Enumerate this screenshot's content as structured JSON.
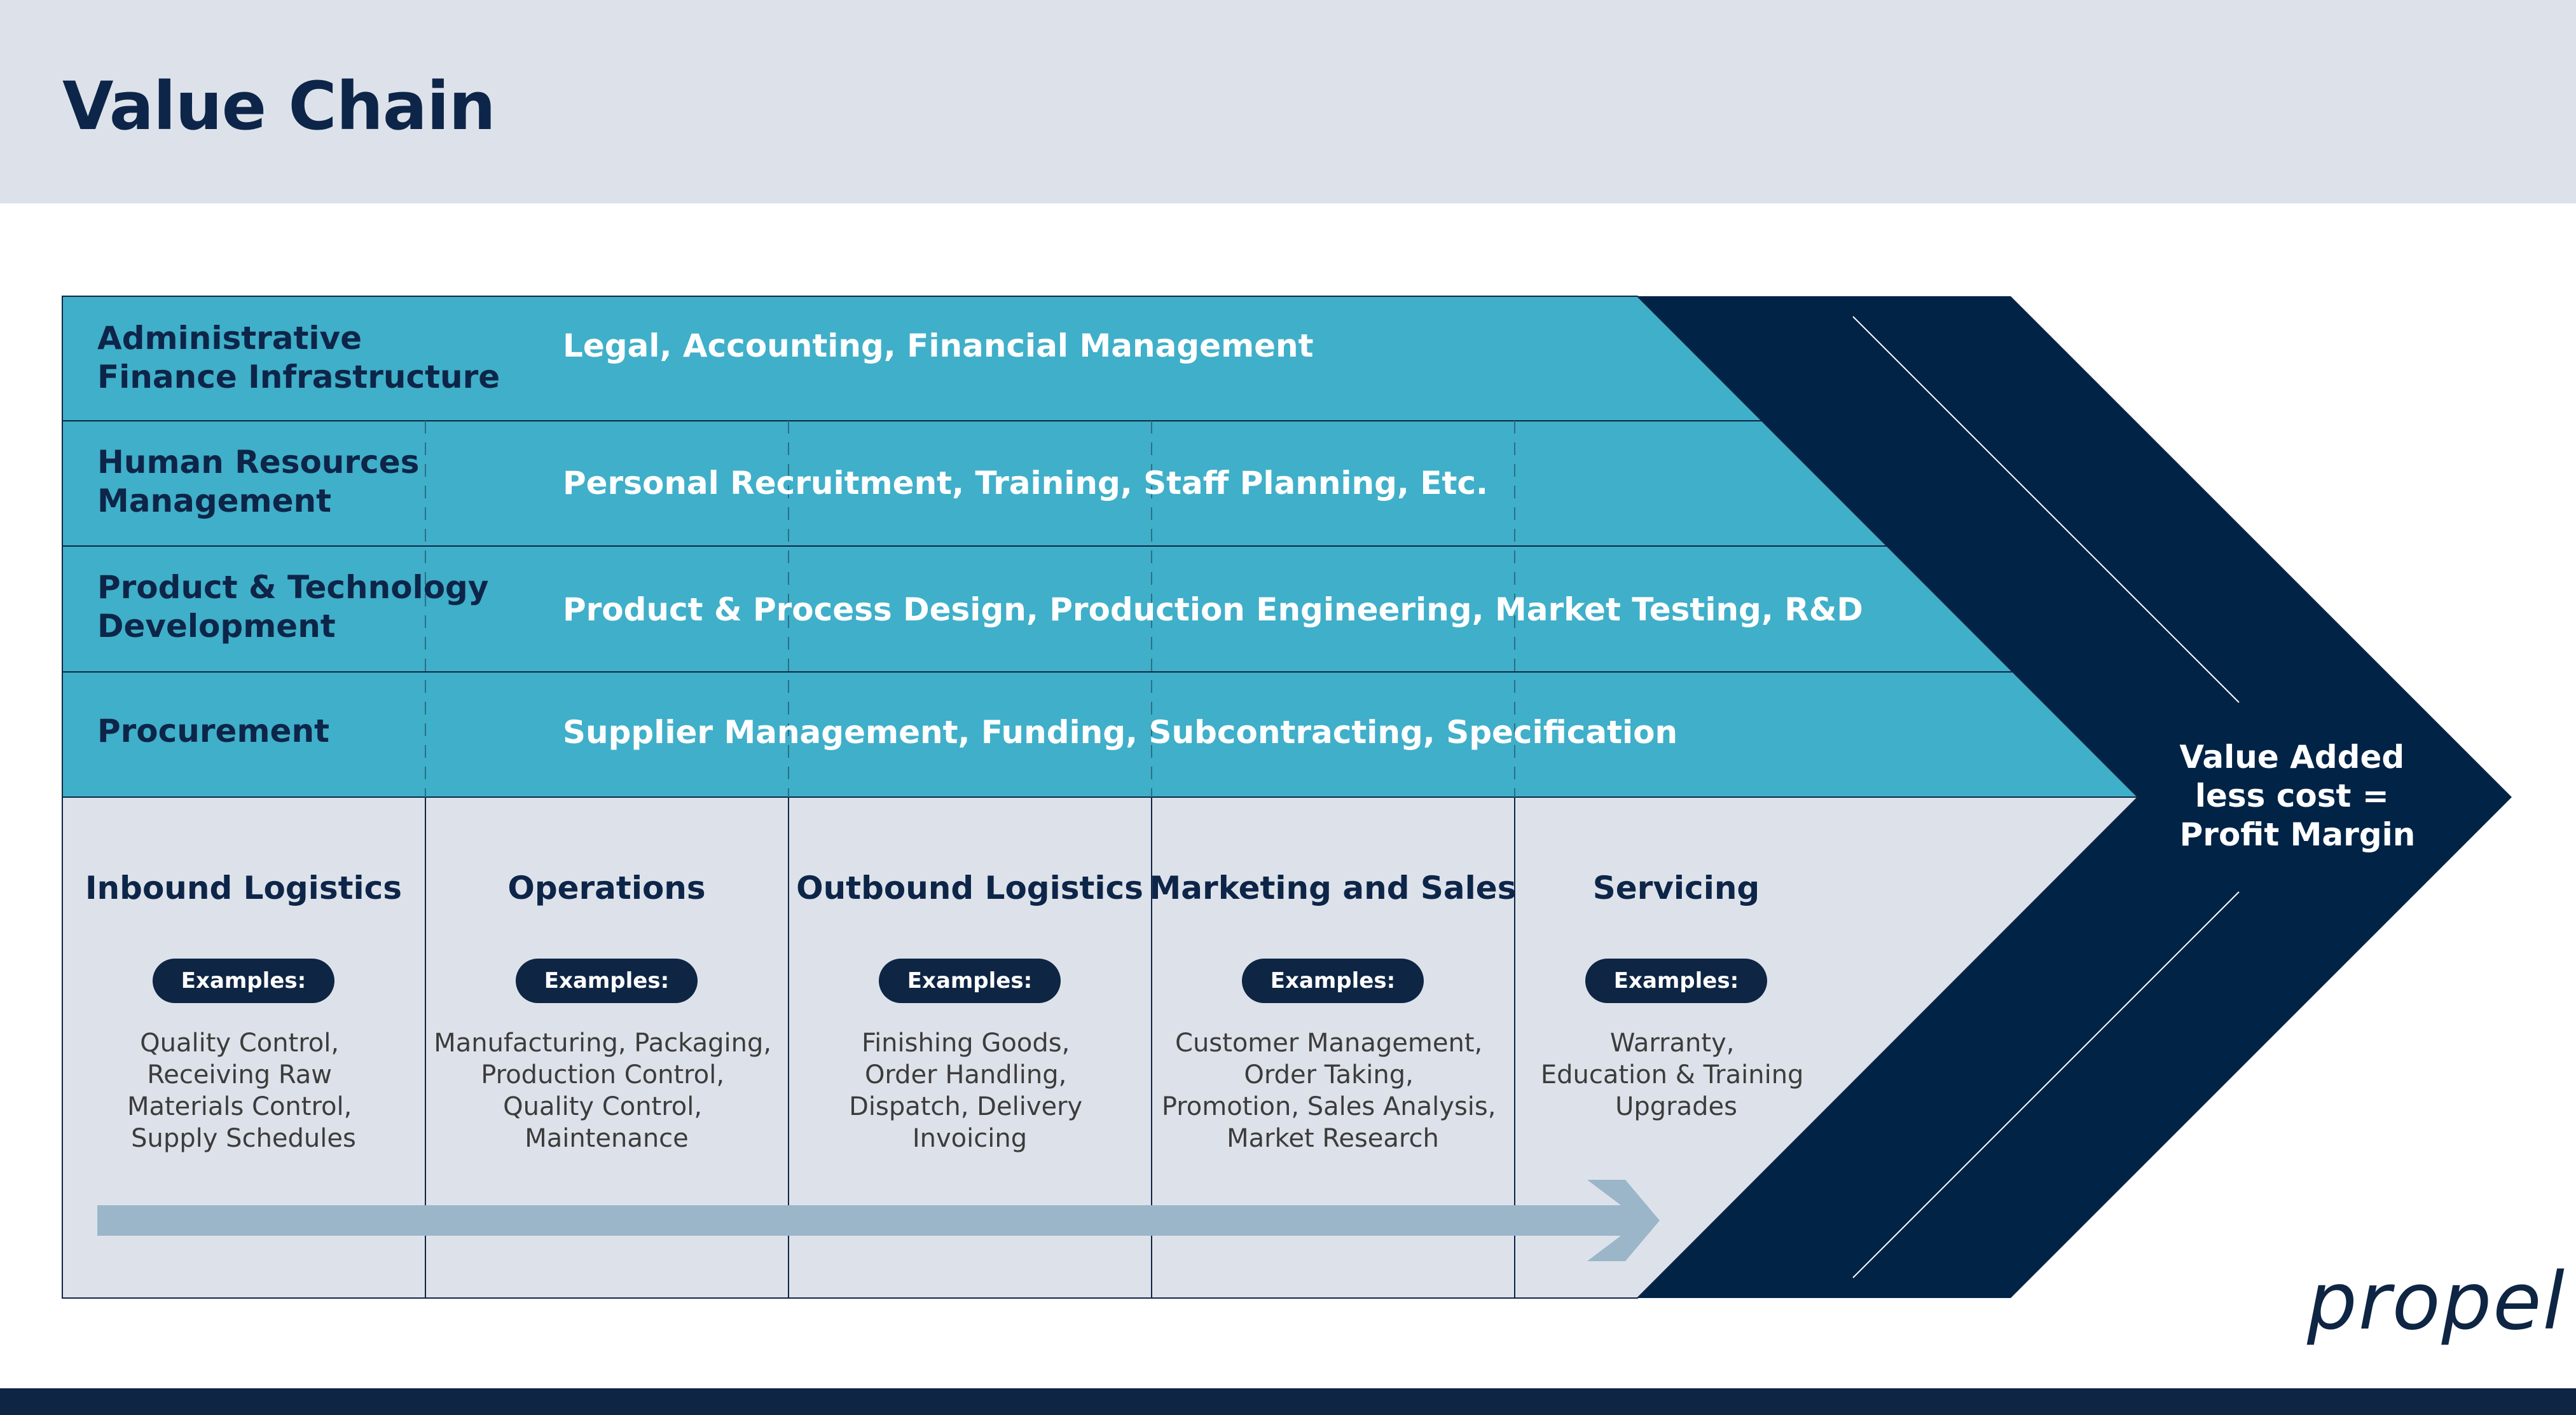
{
  "title": "Value Chain",
  "support_activities": [
    {
      "label_lines": [
        "Administrative",
        "Finance Infrastructure"
      ],
      "description": "Legal, Accounting, Financial Management"
    },
    {
      "label_lines": [
        "Human Resources",
        "Management"
      ],
      "description": "Personal Recruitment, Training, Staff Planning, Etc."
    },
    {
      "label_lines": [
        "Product & Technology",
        "Development"
      ],
      "description": "Product & Process Design, Production Engineering, Market Testing, R&D"
    },
    {
      "label_lines": [
        "Procurement"
      ],
      "description": "Supplier Management, Funding, Subcontracting, Specification"
    }
  ],
  "primary_activities": [
    {
      "title": "Inbound Logistics",
      "badge": "Examples:",
      "example_lines": [
        "Quality Control,",
        "Receiving Raw",
        "Materials Control,",
        "Supply Schedules"
      ]
    },
    {
      "title": "Operations",
      "badge": "Examples:",
      "example_lines": [
        "Manufacturing, Packaging,",
        "Production Control,",
        "Quality Control,",
        "Maintenance"
      ]
    },
    {
      "title": "Outbound Logistics",
      "badge": "Examples:",
      "example_lines": [
        "Finishing Goods,",
        "Order Handling,",
        "Dispatch, Delivery",
        "Invoicing"
      ]
    },
    {
      "title": "Marketing and Sales",
      "badge": "Examples:",
      "example_lines": [
        "Customer Management,",
        "Order Taking,",
        "Promotion, Sales Analysis,",
        "Market Research"
      ]
    },
    {
      "title": "Servicing",
      "badge": "Examples:",
      "example_lines": [
        "Warranty,",
        "Education & Training",
        "Upgrades"
      ]
    }
  ],
  "margin_text_lines": [
    "Value Added",
    "less cost =",
    "Profit Margin"
  ],
  "logo_text": "propel",
  "colors": {
    "header_bg": "#dde2ea",
    "title_text": "#0d2548",
    "support_teal": "#40afc9",
    "primary_bg": "#dde2ea",
    "margin_navy": "#002346",
    "badge_bg": "#0e2544",
    "arrow_grey": "#9bb6c8",
    "body_text": "#3c3c3c",
    "logo_accent": "#40afc9"
  }
}
